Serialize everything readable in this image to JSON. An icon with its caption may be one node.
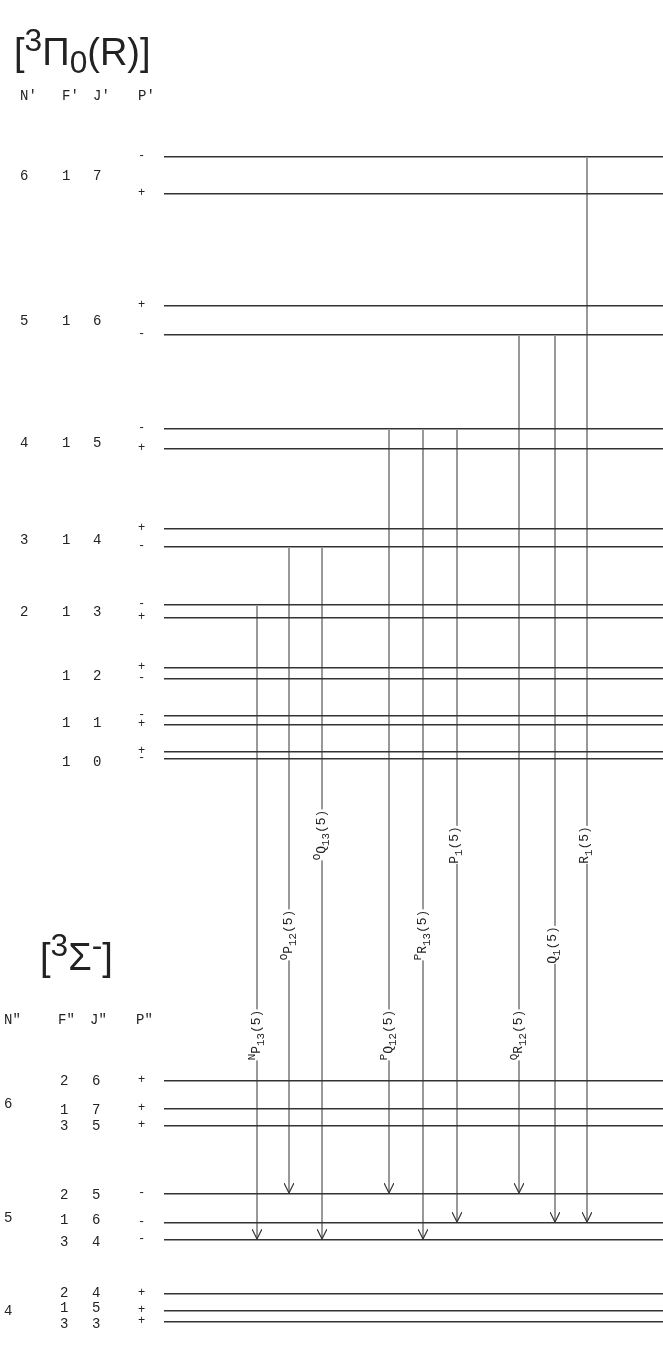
{
  "diagram": {
    "nodes": [
      {
        "text": [
          "-"
        ]
      },
      {
        "text": [
          "+"
        ]
      },
      {
        "text": [
          "+"
        ]
      },
      {
        "text": [
          "-"
        ]
      },
      {
        "text": [
          "-"
        ]
      },
      {
        "text": [
          "+"
        ]
      },
      {
        "text": [
          "+"
        ]
      },
      {
        "text": [
          "-"
        ]
      },
      {
        "text": [
          "-"
        ]
      },
      {
        "text": [
          "+"
        ]
      },
      {
        "text": [
          "+"
        ]
      },
      {
        "text": [
          "-"
        ]
      },
      {
        "text": [
          "-"
        ]
      },
      {
        "text": [
          "+"
        ]
      },
      {
        "text": [
          "+"
        ]
      },
      {
        "text": [
          "-"
        ]
      },
      {
        "text": [
          "+"
        ]
      },
      {
        "text": [
          "+"
        ]
      },
      {
        "text": [
          "+"
        ]
      },
      {
        "text": [
          "-"
        ]
      },
      {
        "text": [
          "-"
        ]
      },
      {
        "text": [
          "-"
        ]
      },
      {
        "text": [
          "+"
        ]
      },
      {
        "text": [
          "+"
        ]
      },
      {
        "text": [
          "+"
        ]
      }
    ],
    "edges": [
      {
        "from": 8,
        "to": 21,
        "arrow": "to",
        "label": "$^{N}$P$_{13}$(5)"
      },
      {
        "from": 7,
        "to": 19,
        "arrow": "to",
        "label": "$^{O}$P$_{12}$(5)"
      },
      {
        "from": 7,
        "to": 21,
        "arrow": "to",
        "label": "$^{O}$Q$_{13}$(5)"
      },
      {
        "from": 4,
        "to": 19,
        "arrow": "to",
        "label": "$^{P}$Q$_{12}$(5)"
      },
      {
        "from": 4,
        "to": 21,
        "arrow": "to",
        "label": "$^{P}$R$_{13}$(5)"
      },
      {
        "from": 4,
        "to": 20,
        "arrow": "to",
        "label": "P$_{1}$(5)"
      },
      {
        "from": 3,
        "to": 19,
        "arrow": "to",
        "label": "$^{Q}$R$_{12}$(5)"
      },
      {
        "from": 3,
        "to": 20,
        "arrow": "to",
        "label": "Q$_{1}$(5)"
      },
      {
        "from": 0,
        "to": 20,
        "arrow": "to",
        "label": "R$_{1}$(5)"
      }
    ],
    "labels": [
      "[$^{3}$Π$_{0}$(R)]",
      "N'",
      "F'",
      "J'",
      "P'",
      "6",
      "1",
      "7",
      "5",
      "1",
      "6",
      "4",
      "1",
      "5",
      "3",
      "1",
      "4",
      "2",
      "1",
      "3",
      "1",
      "2",
      "1",
      "1",
      "1",
      "0",
      "[$^{3}$Σ$^{-}$]",
      "N\"",
      "F\"",
      "J\"",
      "P\"",
      "2",
      "6",
      "6",
      "1",
      "7",
      "3",
      "5",
      "2",
      "5",
      "5",
      "1",
      "6",
      "3",
      "4",
      "2",
      "4",
      "4",
      "1",
      "5",
      "3",
      "3"
    ]
  }
}
